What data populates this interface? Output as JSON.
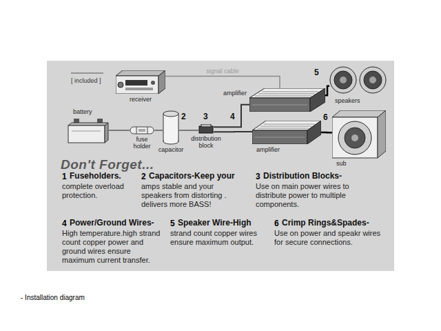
{
  "diagram": {
    "caption": "- Installation diagram",
    "nodes": [
      {
        "text": [
          "receiver"
        ]
      },
      {
        "text": [
          "amplifier"
        ]
      },
      {
        "text": [
          "speakers"
        ]
      },
      {
        "text": [
          "battery"
        ]
      },
      {
        "text": [
          "fuse holder"
        ]
      },
      {
        "text": [
          "capacitor"
        ]
      },
      {
        "text": [
          "distribution block"
        ]
      },
      {
        "text": [
          "amplifier"
        ]
      },
      {
        "text": [
          "sub"
        ]
      }
    ],
    "edges": [
      {
        "from": 0,
        "to": 1,
        "label": "signal cable",
        "arrow": "none"
      },
      {
        "from": 1,
        "to": 2,
        "arrow": "none"
      },
      {
        "from": 3,
        "to": 4,
        "arrow": "none"
      },
      {
        "from": 4,
        "to": 5,
        "arrow": "none"
      },
      {
        "from": 5,
        "to": 6,
        "arrow": "none"
      },
      {
        "from": 6,
        "to": 1,
        "arrow": "none"
      },
      {
        "from": 6,
        "to": 7,
        "arrow": "none"
      },
      {
        "from": 7,
        "to": 8,
        "arrow": "none"
      }
    ],
    "labels": [
      "[ included ]",
      "2",
      "3",
      "4",
      "5",
      "6",
      "Don't Forget...",
      "1",
      "Fuseholders.",
      "complete overload protection.",
      "2",
      "Capacitors-Keep your",
      "amps stable and your speakers from distorting . delivers more BASS!",
      "3",
      "Distribution Blocks-",
      "Use on main power wires to distribute power to multiple components.",
      "4",
      "Power/Ground Wires-",
      "High temperature.high strand count copper power and ground wires ensure maximum current transfer.",
      "5",
      "Speaker Wire-High",
      "strand count copper wires ensure maximum output.",
      "6",
      "Crimp Rings&Spades-",
      "Use on power and speakr wires for secure connections."
    ]
  }
}
